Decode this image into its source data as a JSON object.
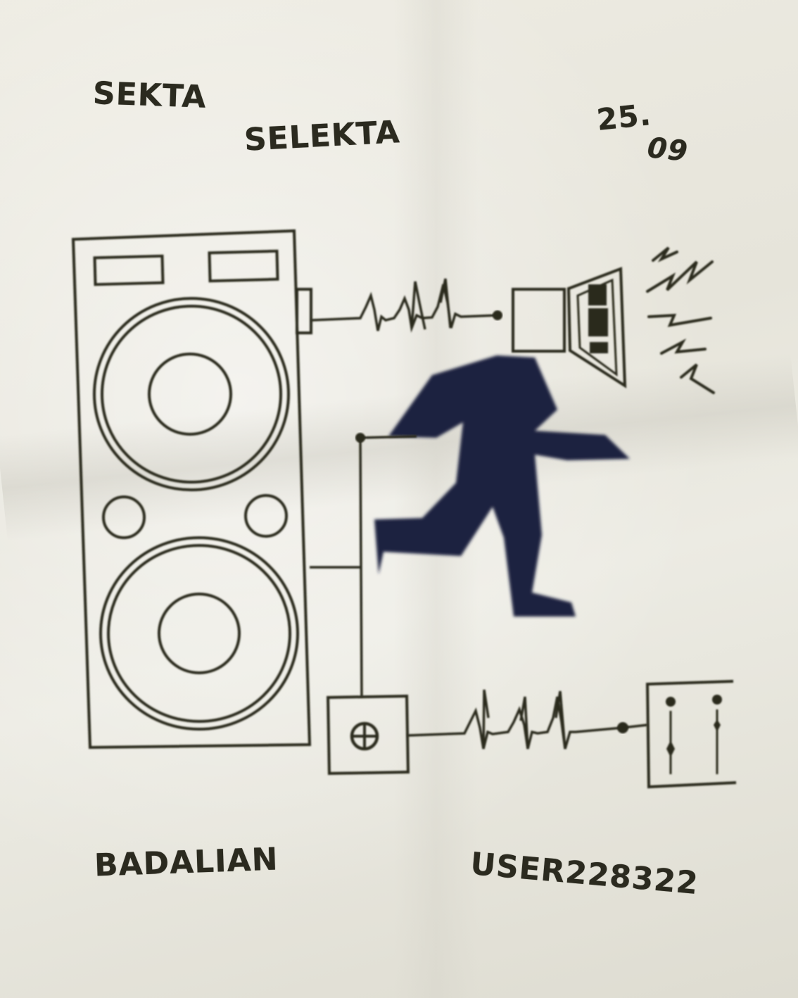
{
  "headline": {
    "line1": "SEKTA",
    "line2": "SELEKTA"
  },
  "date": {
    "day": "25.",
    "month": "09"
  },
  "artists": {
    "left": "BADALIAN",
    "right": "USER228322"
  },
  "colors": {
    "paper": "#e9e7dd",
    "ink": "#2b2a1f",
    "figure": "#1f2140"
  },
  "illustration": {
    "speaker": "speaker-cabinet-icon",
    "figure": "running-figure-icon",
    "head": "horn-loudspeaker-icon",
    "jack": "power-outlet-icon",
    "mixer": "fader-panel-icon"
  }
}
